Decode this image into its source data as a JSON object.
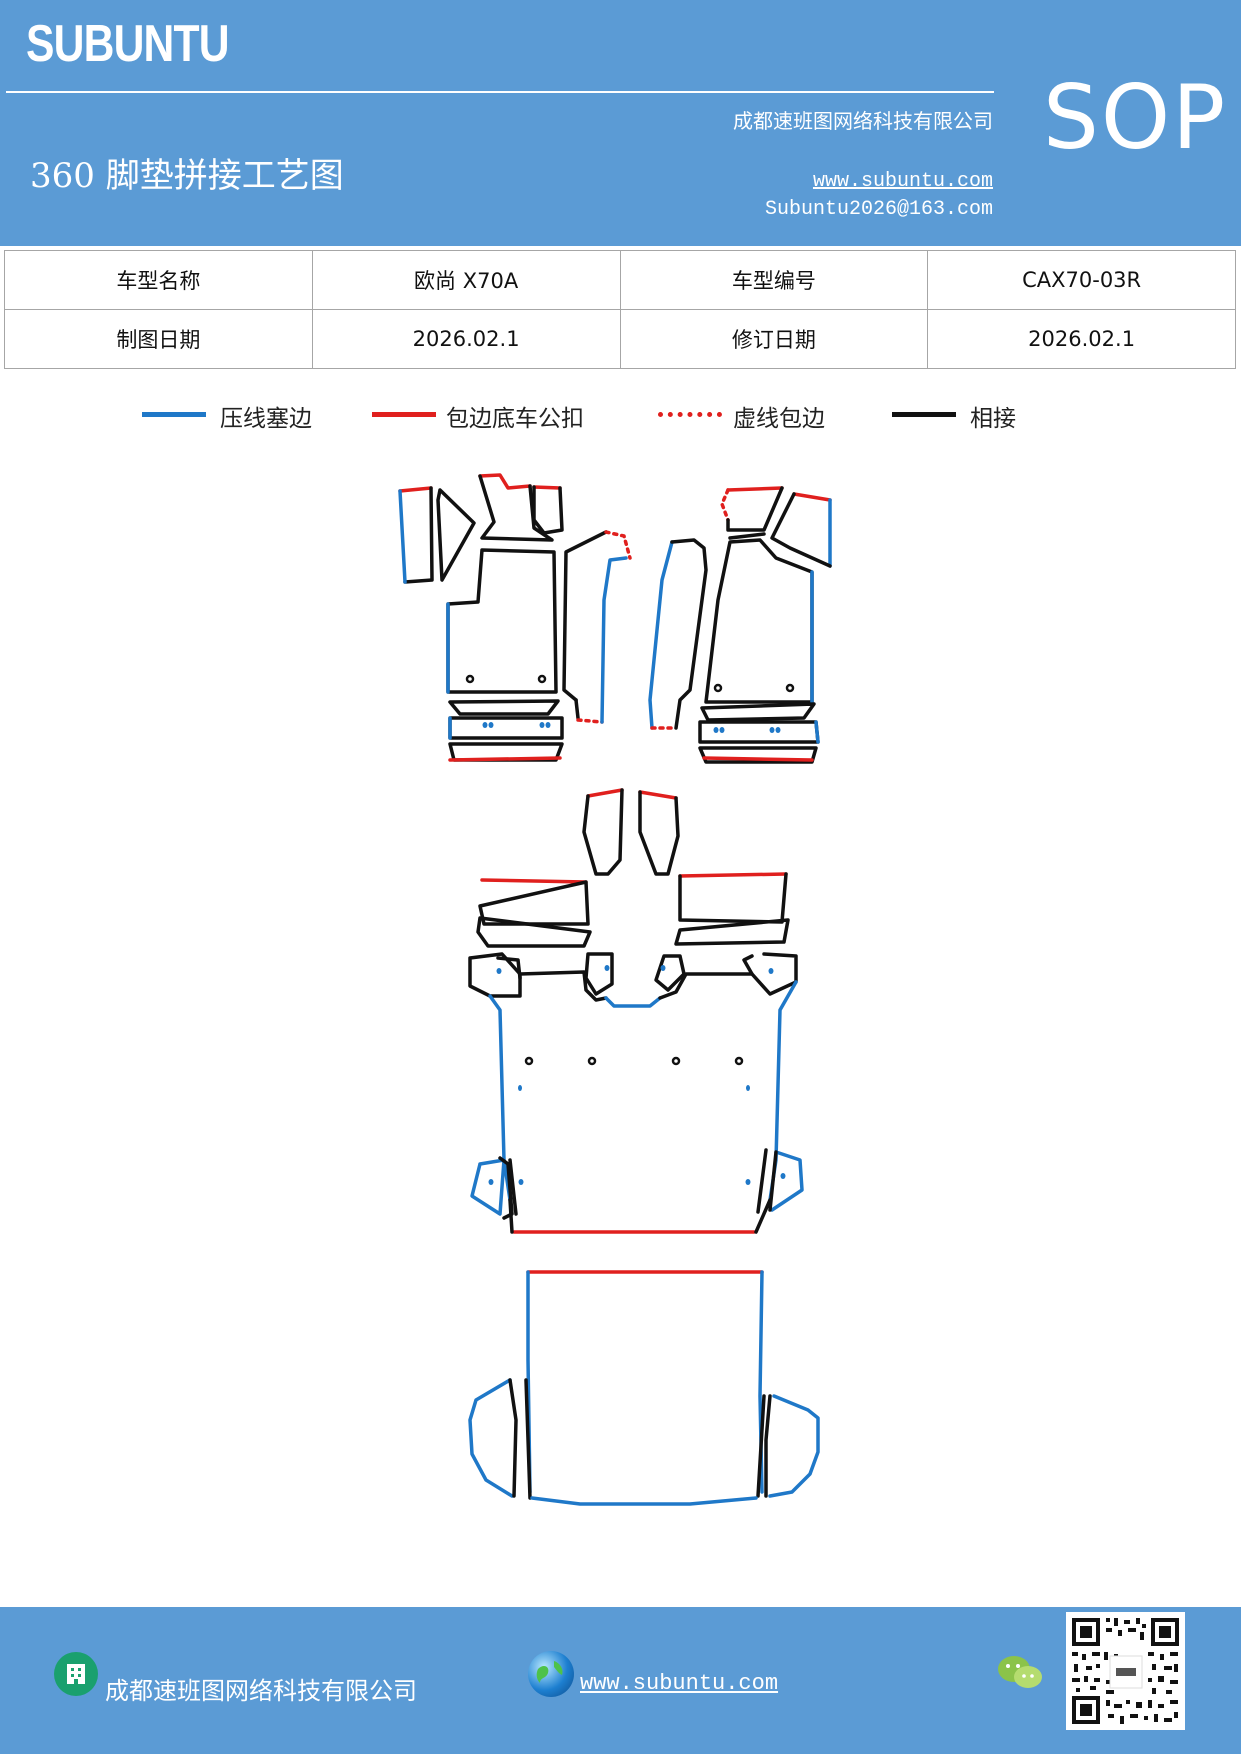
{
  "header": {
    "brand": "SUBUNTU",
    "company": "成都速班图网络科技有限公司",
    "title": "360 脚垫拼接工艺图",
    "website": "www.subuntu.com",
    "email": "Subuntu2026@163.com",
    "sop": "SOP",
    "background_color": "#5b9bd5"
  },
  "info_table": {
    "rows": [
      [
        "车型名称",
        "欧尚 X70A",
        "车型编号",
        "CAX70-03R"
      ],
      [
        "制图日期",
        "2026.02.1",
        "修订日期",
        "2026.02.1"
      ]
    ]
  },
  "legend": [
    {
      "label": "压线塞边",
      "color": "#1f78c8",
      "style": "solid"
    },
    {
      "label": "包边底车公扣",
      "color": "#e0201e",
      "style": "solid"
    },
    {
      "label": "虚线包边",
      "color": "#e0201e",
      "style": "dotted"
    },
    {
      "label": "相接",
      "color": "#111111",
      "style": "solid"
    }
  ],
  "footer": {
    "company": "成都速班图网络科技有限公司",
    "website": "www.subuntu.com",
    "icons": [
      "building-icon",
      "globe-icon",
      "wechat-icon",
      "qr-code"
    ]
  }
}
